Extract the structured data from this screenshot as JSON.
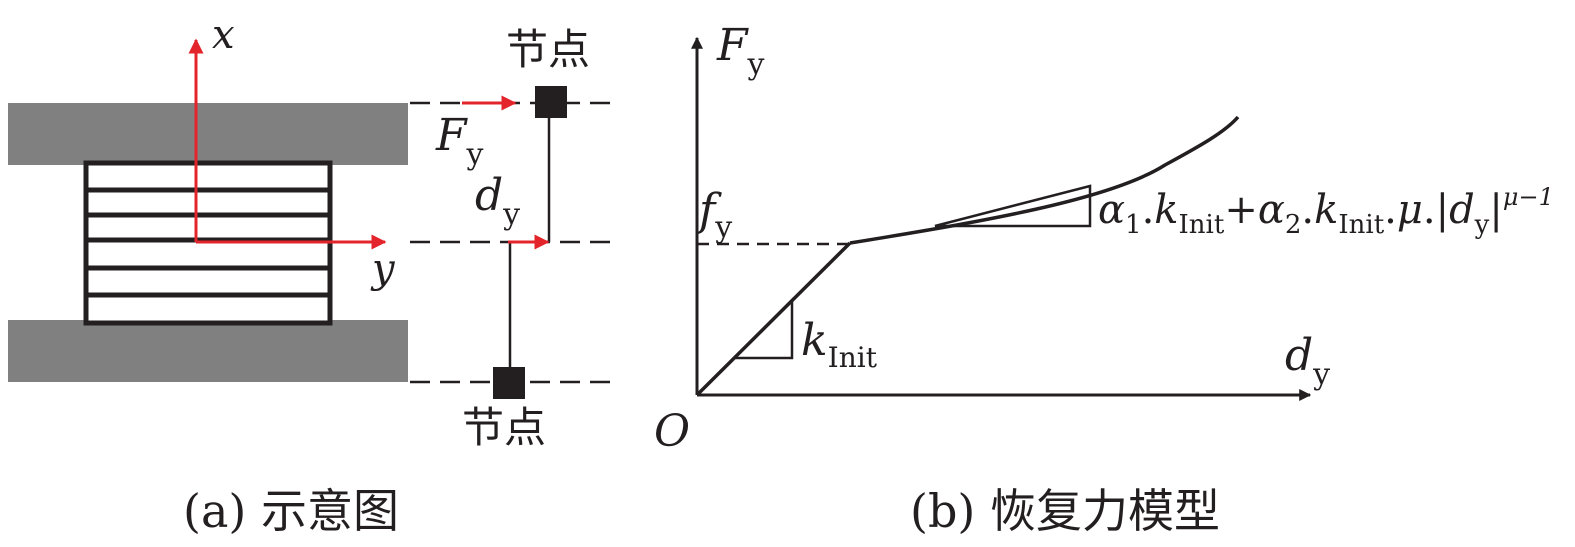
{
  "panel_a": {
    "caption": "(a) 示意图",
    "axis_x": "x",
    "axis_y": "y",
    "force_symbol": "F",
    "force_sub": "y",
    "disp_symbol": "d",
    "disp_sub": "y",
    "node_top": "节点",
    "node_bottom": "节点",
    "colors": {
      "plate": "#808080",
      "arrow": "#e3242b",
      "ink": "#231f20"
    }
  },
  "panel_b": {
    "caption": "(b) 恢复力模型",
    "y_axis_symbol": "F",
    "y_axis_sub": "y",
    "x_axis_symbol": "d",
    "x_axis_sub": "y",
    "origin": "O",
    "yield_symbol": "f",
    "yield_sub": "y",
    "k_init_symbol": "k",
    "k_init_sub": "Init",
    "formula": {
      "a1": "α",
      "a1_sub": "1",
      "dot1": ".",
      "k1": "k",
      "k1_sub": "Init",
      "plus": "+",
      "a2": "α",
      "a2_sub": "2",
      "dot2": ".",
      "k2": "k",
      "k2_sub": "Init",
      "dot3": ".",
      "mu": "μ",
      "dot4": ".|",
      "d": "d",
      "d_sub": "y",
      "bar": "|",
      "exp": "μ−1"
    }
  }
}
